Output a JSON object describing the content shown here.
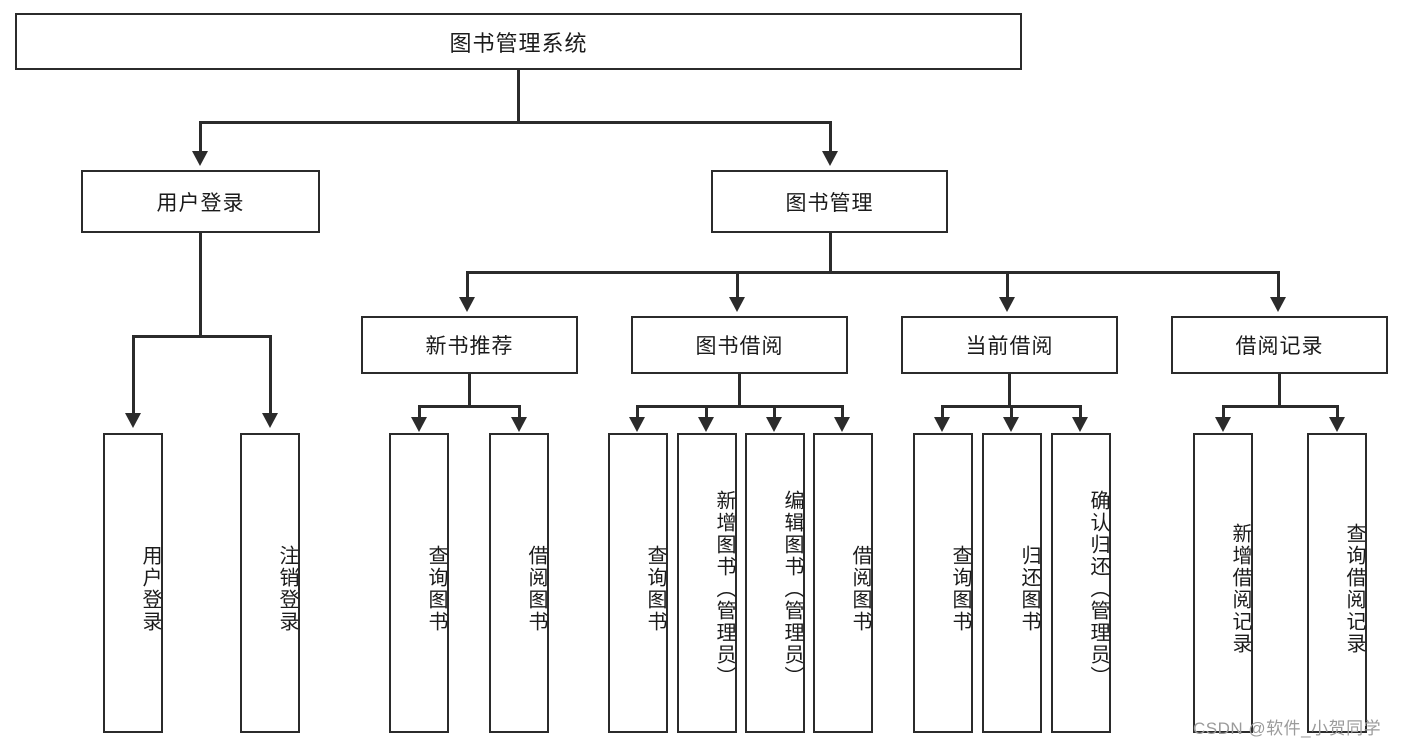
{
  "diagram": {
    "title": "图书管理系统",
    "type": "tree-hierarchy",
    "root": {
      "label": "图书管理系统"
    },
    "level2": [
      {
        "label": "用户登录"
      },
      {
        "label": "图书管理"
      }
    ],
    "level3": [
      {
        "label": "新书推荐"
      },
      {
        "label": "图书借阅"
      },
      {
        "label": "当前借阅"
      },
      {
        "label": "借阅记录"
      }
    ],
    "leaves": {
      "user_login": [
        {
          "label": "用户登录"
        },
        {
          "label": "注销登录"
        }
      ],
      "new_book_recommend": [
        {
          "label": "查询图书"
        },
        {
          "label": "借阅图书"
        }
      ],
      "book_borrow": [
        {
          "label": "查询图书"
        },
        {
          "label": "新增图书（管理员）"
        },
        {
          "label": "编辑图书（管理员）"
        },
        {
          "label": "借阅图书"
        }
      ],
      "current_borrow": [
        {
          "label": "查询图书"
        },
        {
          "label": "归还图书"
        },
        {
          "label": "确认归还（管理员）"
        }
      ],
      "borrow_record": [
        {
          "label": "新增借阅记录"
        },
        {
          "label": "查询借阅记录"
        }
      ]
    }
  },
  "watermark": {
    "text": "CSDN @软件_小贺同学"
  },
  "colors": {
    "stroke": "#2b2b2b",
    "background": "#ffffff",
    "text": "#1b1b1b",
    "watermark": "#9b9b9b"
  }
}
